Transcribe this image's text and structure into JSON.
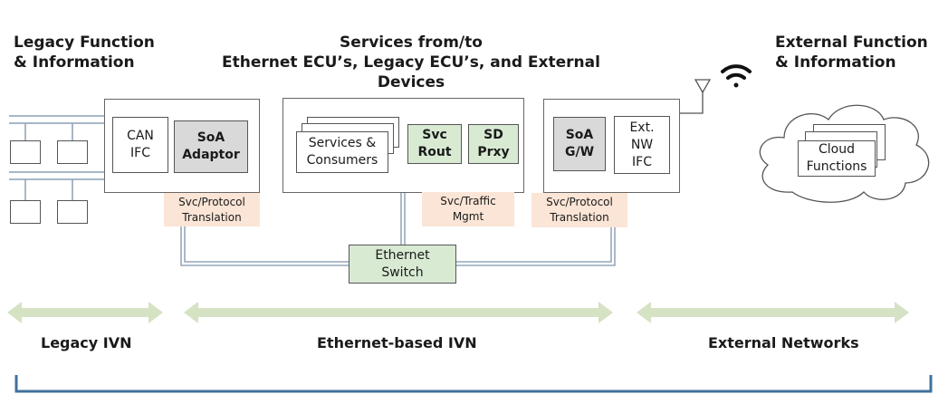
{
  "headings": {
    "legacy_line1": "Legacy Function",
    "legacy_line2": "& Information",
    "services_line1": "Services from/to",
    "services_line2": "Ethernet ECU’s, Legacy ECU’s, and External Devices",
    "external_line1": "External Function",
    "external_line2": "& Information"
  },
  "legacy_box": {
    "can_ifc_line1": "CAN",
    "can_ifc_line2": "IFC",
    "soa_adaptor_line1": "SoA",
    "soa_adaptor_line2": "Adaptor",
    "tag_line1": "Svc/Protocol",
    "tag_line2": "Translation"
  },
  "services_box": {
    "consumers_line1": "Services &",
    "consumers_line2": "Consumers",
    "svc_rout_line1": "Svc",
    "svc_rout_line2": "Rout",
    "sd_prxy_line1": "SD",
    "sd_prxy_line2": "Prxy",
    "tag_line1": "Svc/Traffic",
    "tag_line2": "Mgmt"
  },
  "gateway_box": {
    "soa_gw_line1": "SoA",
    "soa_gw_line2": "G/W",
    "ext_nw_line1": "Ext.",
    "ext_nw_line2": "NW",
    "ext_nw_line3": "IFC",
    "tag_line1": "Svc/Protocol",
    "tag_line2": "Translation"
  },
  "switch": {
    "line1": "Ethernet",
    "line2": "Switch"
  },
  "cloud": {
    "line1": "Cloud",
    "line2": "Functions"
  },
  "zones": {
    "legacy": "Legacy IVN",
    "ethernet": "Ethernet-based IVN",
    "external": "External Networks"
  },
  "colors": {
    "gray_block": "#d9d9d9",
    "green_block": "#d9ead3",
    "tag_bg": "#fbe5d6",
    "arrow": "#d6e2c4",
    "bracket": "#41719c"
  },
  "icons": [
    "wifi-icon",
    "antenna-icon",
    "cloud-icon"
  ]
}
